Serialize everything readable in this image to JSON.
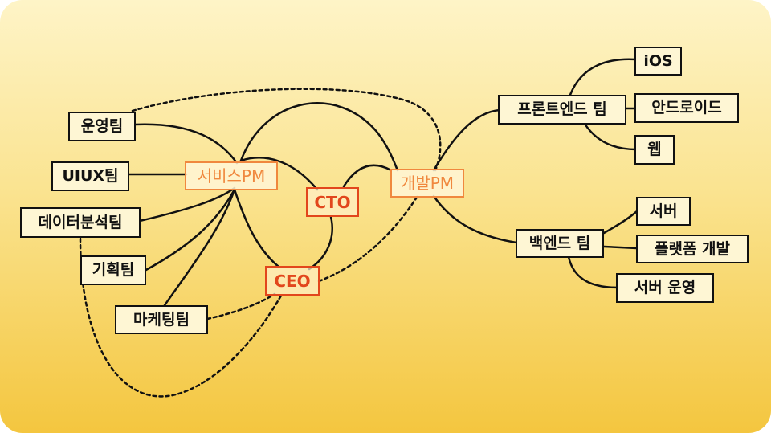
{
  "nodes": {
    "service_pm": "서비스PM",
    "dev_pm": "개발PM",
    "cto": "CTO",
    "ceo": "CEO",
    "ops": "운영팀",
    "uiux": "UIUX팀",
    "data": "데이터분석팀",
    "planning": "기획팀",
    "marketing": "마케팅팀",
    "frontend": "프론트엔드 팀",
    "backend": "백엔드 팀",
    "ios": "iOS",
    "android": "안드로이드",
    "web": "웹",
    "server": "서버",
    "platform": "플랫폼 개발",
    "server_ops": "서버 운영"
  },
  "colors": {
    "pm": "#f0883e",
    "exec": "#e2461c",
    "line": "#111111",
    "background_top": "#fef4c7",
    "background_bottom": "#f4c63f"
  }
}
